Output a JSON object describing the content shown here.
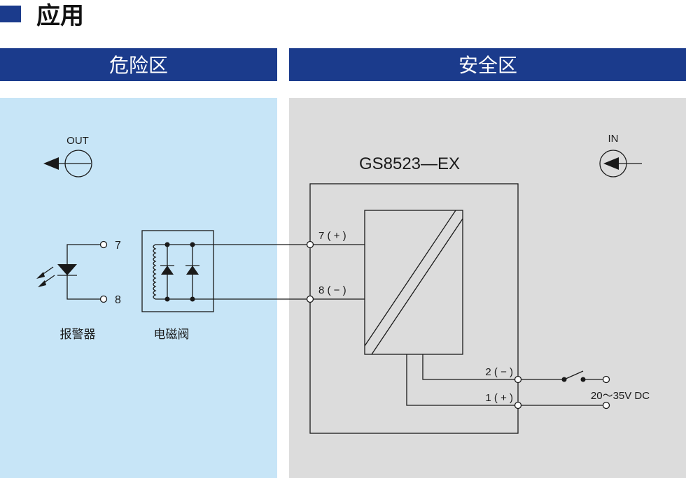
{
  "header": {
    "title": "应用"
  },
  "zones": {
    "hazardous": {
      "label": "危险区"
    },
    "safe": {
      "label": "安全区"
    }
  },
  "diagram": {
    "out_label": "OUT",
    "in_label": "IN",
    "device_model": "GS8523—EX",
    "alarm": {
      "label": "报警器",
      "terminal_7": "7",
      "terminal_8": "8"
    },
    "solenoid_valve": {
      "label": "电磁阀"
    },
    "terminals": {
      "t7": "7 ( + )",
      "t8": "8 ( − )",
      "t2": "2 ( − )",
      "t1": "1 ( + )"
    },
    "power_supply": "20～35V  DC"
  },
  "colors": {
    "header_square": "#1b3b8c",
    "band": "#1b3b8c",
    "hazardous_bg": "#c7e5f7",
    "safe_bg": "#dcdcdc",
    "line": "#1a1a1a"
  }
}
